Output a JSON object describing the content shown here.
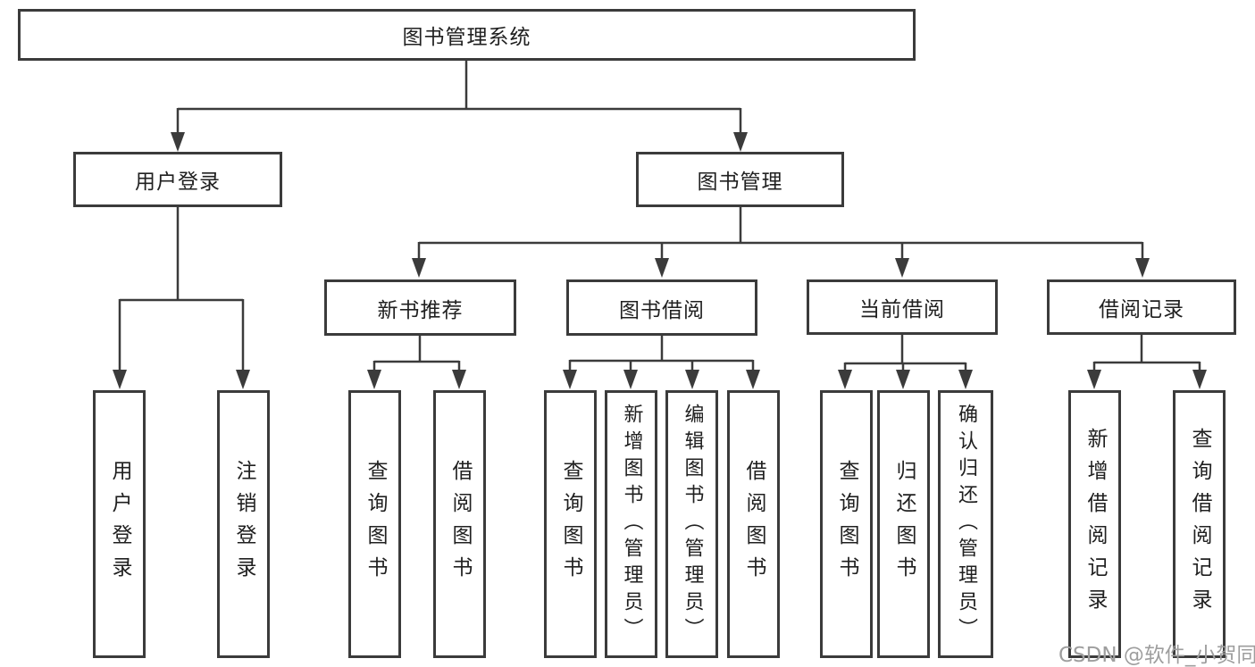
{
  "tree": {
    "label": "图书管理系统",
    "children": [
      {
        "label": "用户登录",
        "children": [
          {
            "label": "用户登录"
          },
          {
            "label": "注销登录"
          }
        ]
      },
      {
        "label": "图书管理",
        "children": [
          {
            "label": "新书推荐",
            "children": [
              {
                "label": "查询图书"
              },
              {
                "label": "借阅图书"
              }
            ]
          },
          {
            "label": "图书借阅",
            "children": [
              {
                "label": "查询图书"
              },
              {
                "label": "新增图书（管理员）"
              },
              {
                "label": "编辑图书（管理员）"
              },
              {
                "label": "借阅图书"
              }
            ]
          },
          {
            "label": "当前借阅",
            "children": [
              {
                "label": "查询图书"
              },
              {
                "label": "归还图书"
              },
              {
                "label": "确认归还（管理员）"
              }
            ]
          },
          {
            "label": "借阅记录",
            "children": [
              {
                "label": "新增借阅记录"
              },
              {
                "label": "查询借阅记录"
              }
            ]
          }
        ]
      }
    ]
  },
  "watermark": "CSDN @软件_小贺同学",
  "colors": {
    "line": "#3b3b3b",
    "box_border": "#3b3b3b",
    "text": "#202020",
    "watermark": "#9e9e9e",
    "background": "#ffffff"
  }
}
